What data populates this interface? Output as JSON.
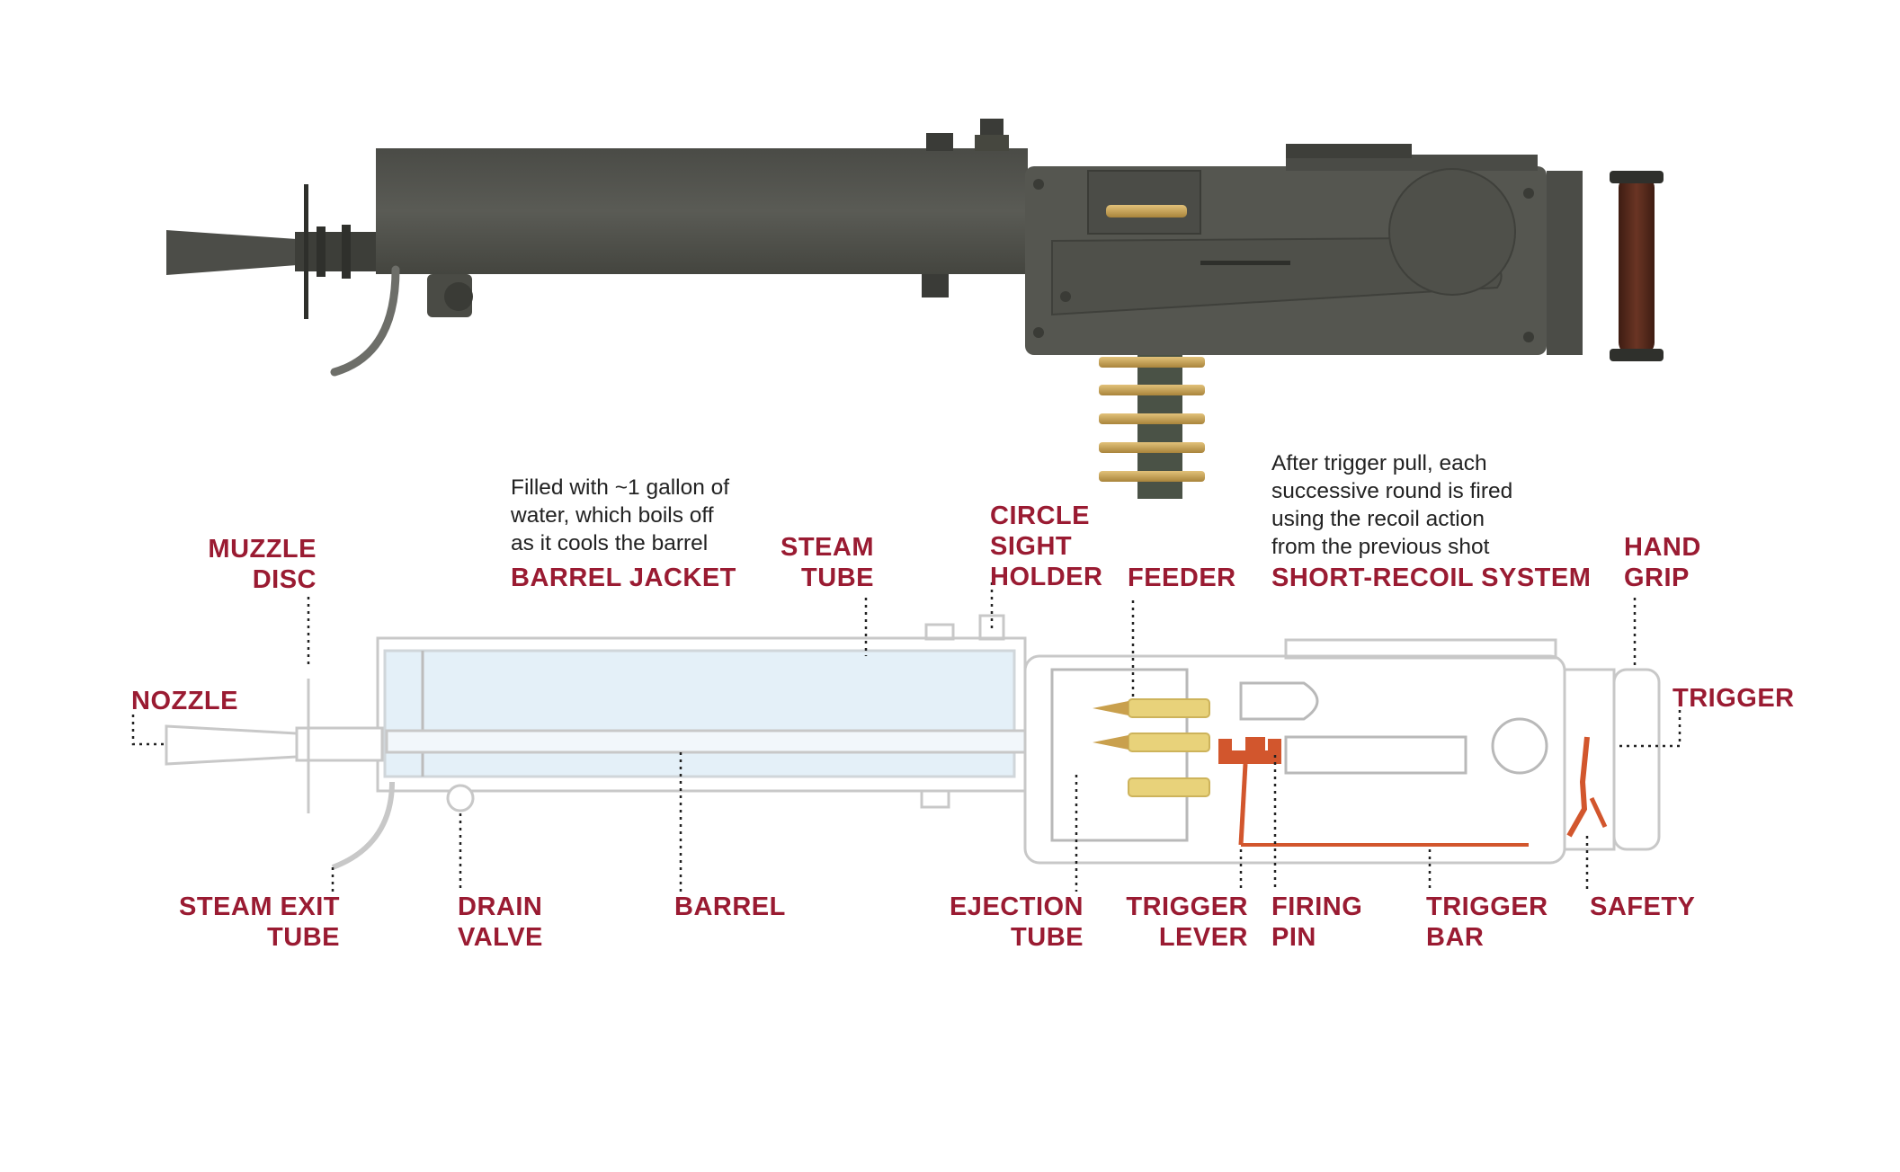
{
  "colors": {
    "label": "#9a1b32",
    "gun_body": "#555650",
    "gun_dark": "#3f403b",
    "grip": "#5b2d1e",
    "brass": "#c9a04d",
    "outline": "#c8c8c8",
    "water": "#e4f0f8",
    "mechanism": "#d2562d",
    "cartridge": "#e8d27a"
  },
  "labels": {
    "muzzle_disc": [
      "MUZZLE",
      "DISC"
    ],
    "nozzle": [
      "NOZZLE"
    ],
    "barrel_jacket": [
      "BARREL JACKET"
    ],
    "steam_tube": [
      "STEAM",
      "TUBE"
    ],
    "circle_sight_holder": [
      "CIRCLE",
      "SIGHT",
      "HOLDER"
    ],
    "feeder": [
      "FEEDER"
    ],
    "short_recoil_system": [
      "SHORT-RECOIL SYSTEM"
    ],
    "hand_grip": [
      "HAND",
      "GRIP"
    ],
    "trigger": [
      "TRIGGER"
    ],
    "steam_exit_tube": [
      "STEAM EXIT",
      "TUBE"
    ],
    "drain_valve": [
      "DRAIN",
      "VALVE"
    ],
    "barrel": [
      "BARREL"
    ],
    "ejection_tube": [
      "EJECTION",
      "TUBE"
    ],
    "trigger_lever": [
      "TRIGGER",
      "LEVER"
    ],
    "firing_pin": [
      "FIRING",
      "PIN"
    ],
    "trigger_bar": [
      "TRIGGER",
      "BAR"
    ],
    "safety": [
      "SAFETY"
    ]
  },
  "notes": {
    "barrel_jacket": [
      "Filled with ~1 gallon of",
      "water, which boils off",
      "as it cools the barrel"
    ],
    "short_recoil": [
      "After trigger pull, each",
      "successive round is fired",
      "using the recoil action",
      "from the previous shot"
    ]
  }
}
